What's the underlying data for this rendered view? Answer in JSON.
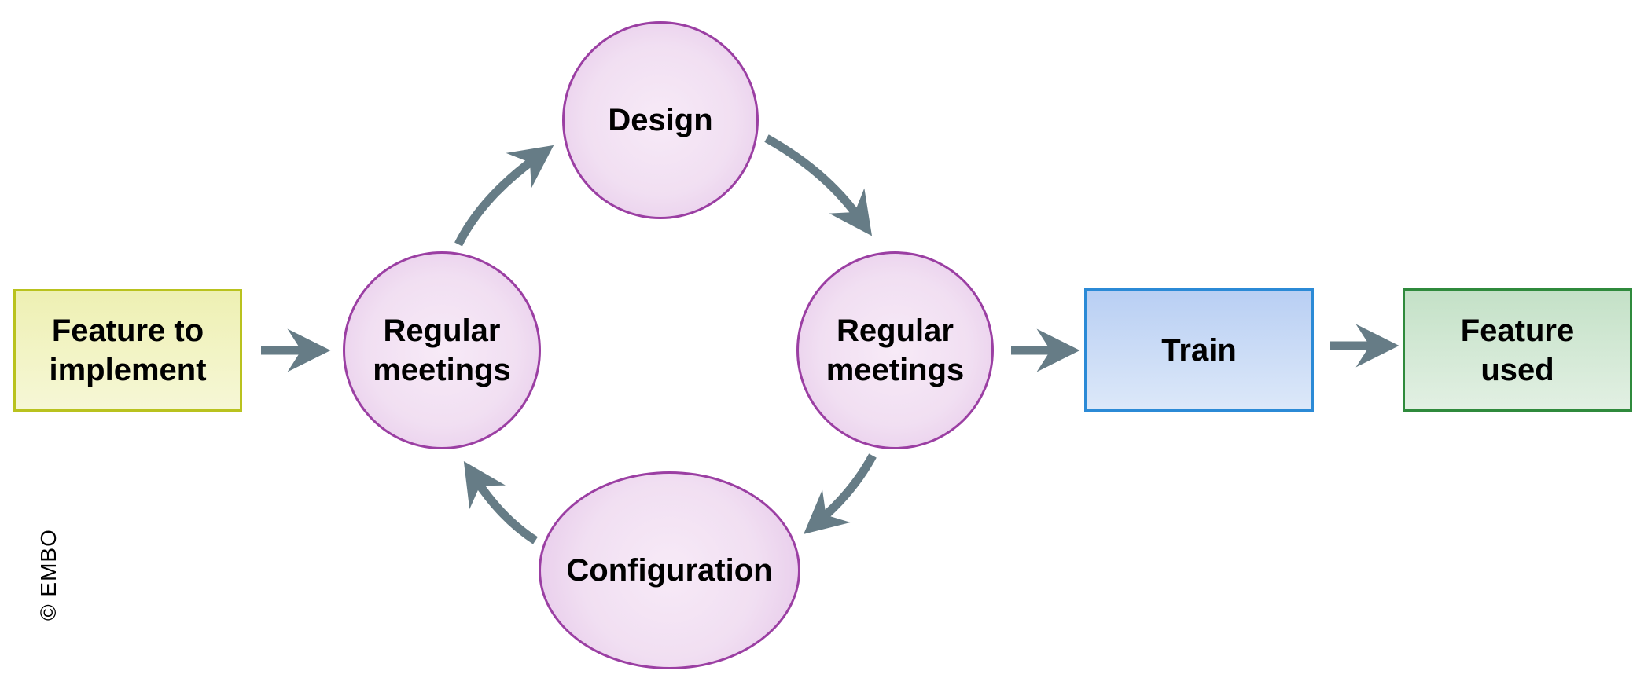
{
  "diagram": {
    "nodes": {
      "feature_to_implement": "Feature to\nimplement",
      "regular_meetings_left": "Regular\nmeetings",
      "design": "Design",
      "regular_meetings_right": "Regular\nmeetings",
      "configuration": "Configuration",
      "train": "Train",
      "feature_used": "Feature\nused"
    },
    "colors": {
      "arrow": "#667c86",
      "circle_border": "#9b3fa3",
      "feature_box_border": "#b9c21e",
      "train_box_border": "#2b8ad6",
      "used_box_border": "#2f8a3c"
    }
  },
  "credit": "© EMBO"
}
